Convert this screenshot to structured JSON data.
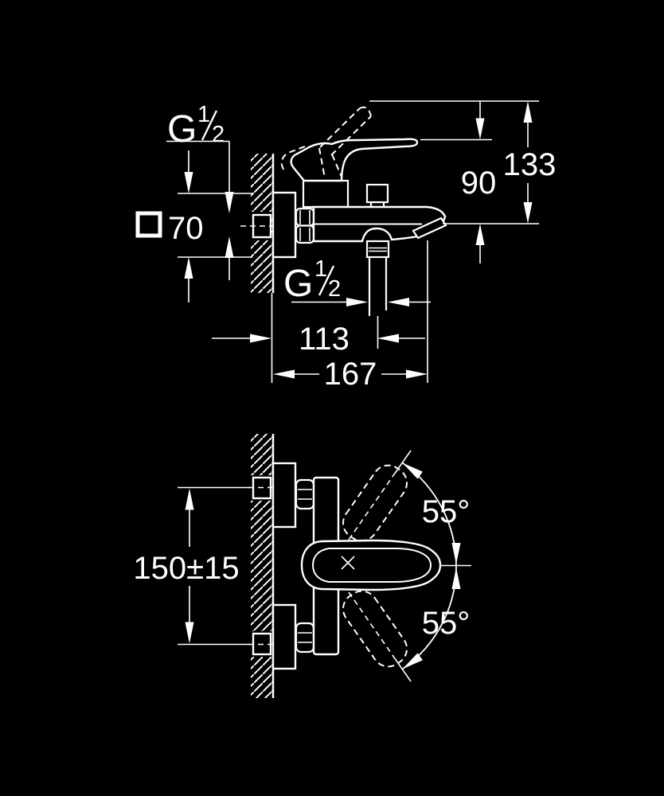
{
  "drawing": {
    "colors": {
      "background": "#000000",
      "line": "#ffffff"
    },
    "elevation": {
      "wall_thread_label": {
        "g": "G",
        "numerator": "1",
        "denominator": "2"
      },
      "escutcheon_square": {
        "value": "70"
      },
      "height_outlet_to_lever": "90",
      "height_outlet_to_lever_raised": "133",
      "hose_thread_label": {
        "g": "G",
        "numerator": "1",
        "denominator": "2"
      },
      "depth_wall_to_hose": "113",
      "depth_wall_to_spout": "167"
    },
    "plan": {
      "union_distance": "150±15",
      "lever_swing_up": "55°",
      "lever_swing_down": "55°"
    }
  }
}
